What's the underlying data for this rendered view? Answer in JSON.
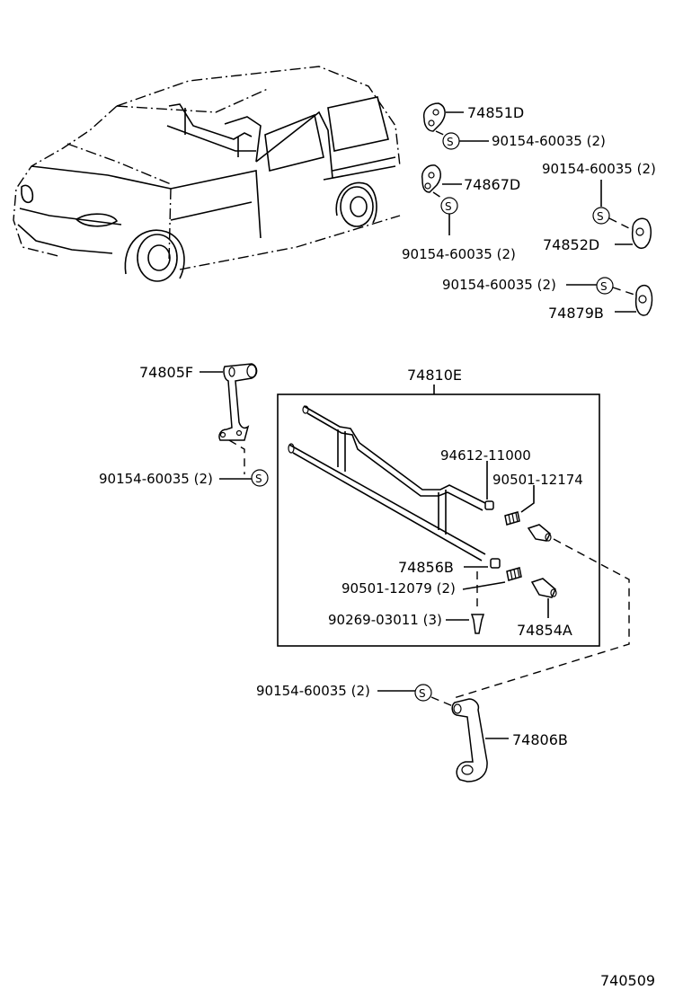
{
  "parts": {
    "p74851D": "74851D",
    "p74867D": "74867D",
    "p74852D": "74852D",
    "p74879B": "74879B",
    "p74805F": "74805F",
    "p74810E": "74810E",
    "p74856B": "74856B",
    "p74854A": "74854A",
    "p74806B": "74806B",
    "p94612": "94612-11000",
    "p90501_12174": "90501-12174",
    "p90501_12079": "90501-12079 (2)",
    "p90269": "90269-03011 (3)"
  },
  "screws": {
    "s1": "90154-60035 (2)",
    "s2": "90154-60035 (2)",
    "s3": "90154-60035 (2)",
    "s4": "90154-60035 (2)",
    "s5": "90154-60035 (2)",
    "s6": "90154-60035 (2)"
  },
  "symbol": "S",
  "diagram_code": "740509"
}
